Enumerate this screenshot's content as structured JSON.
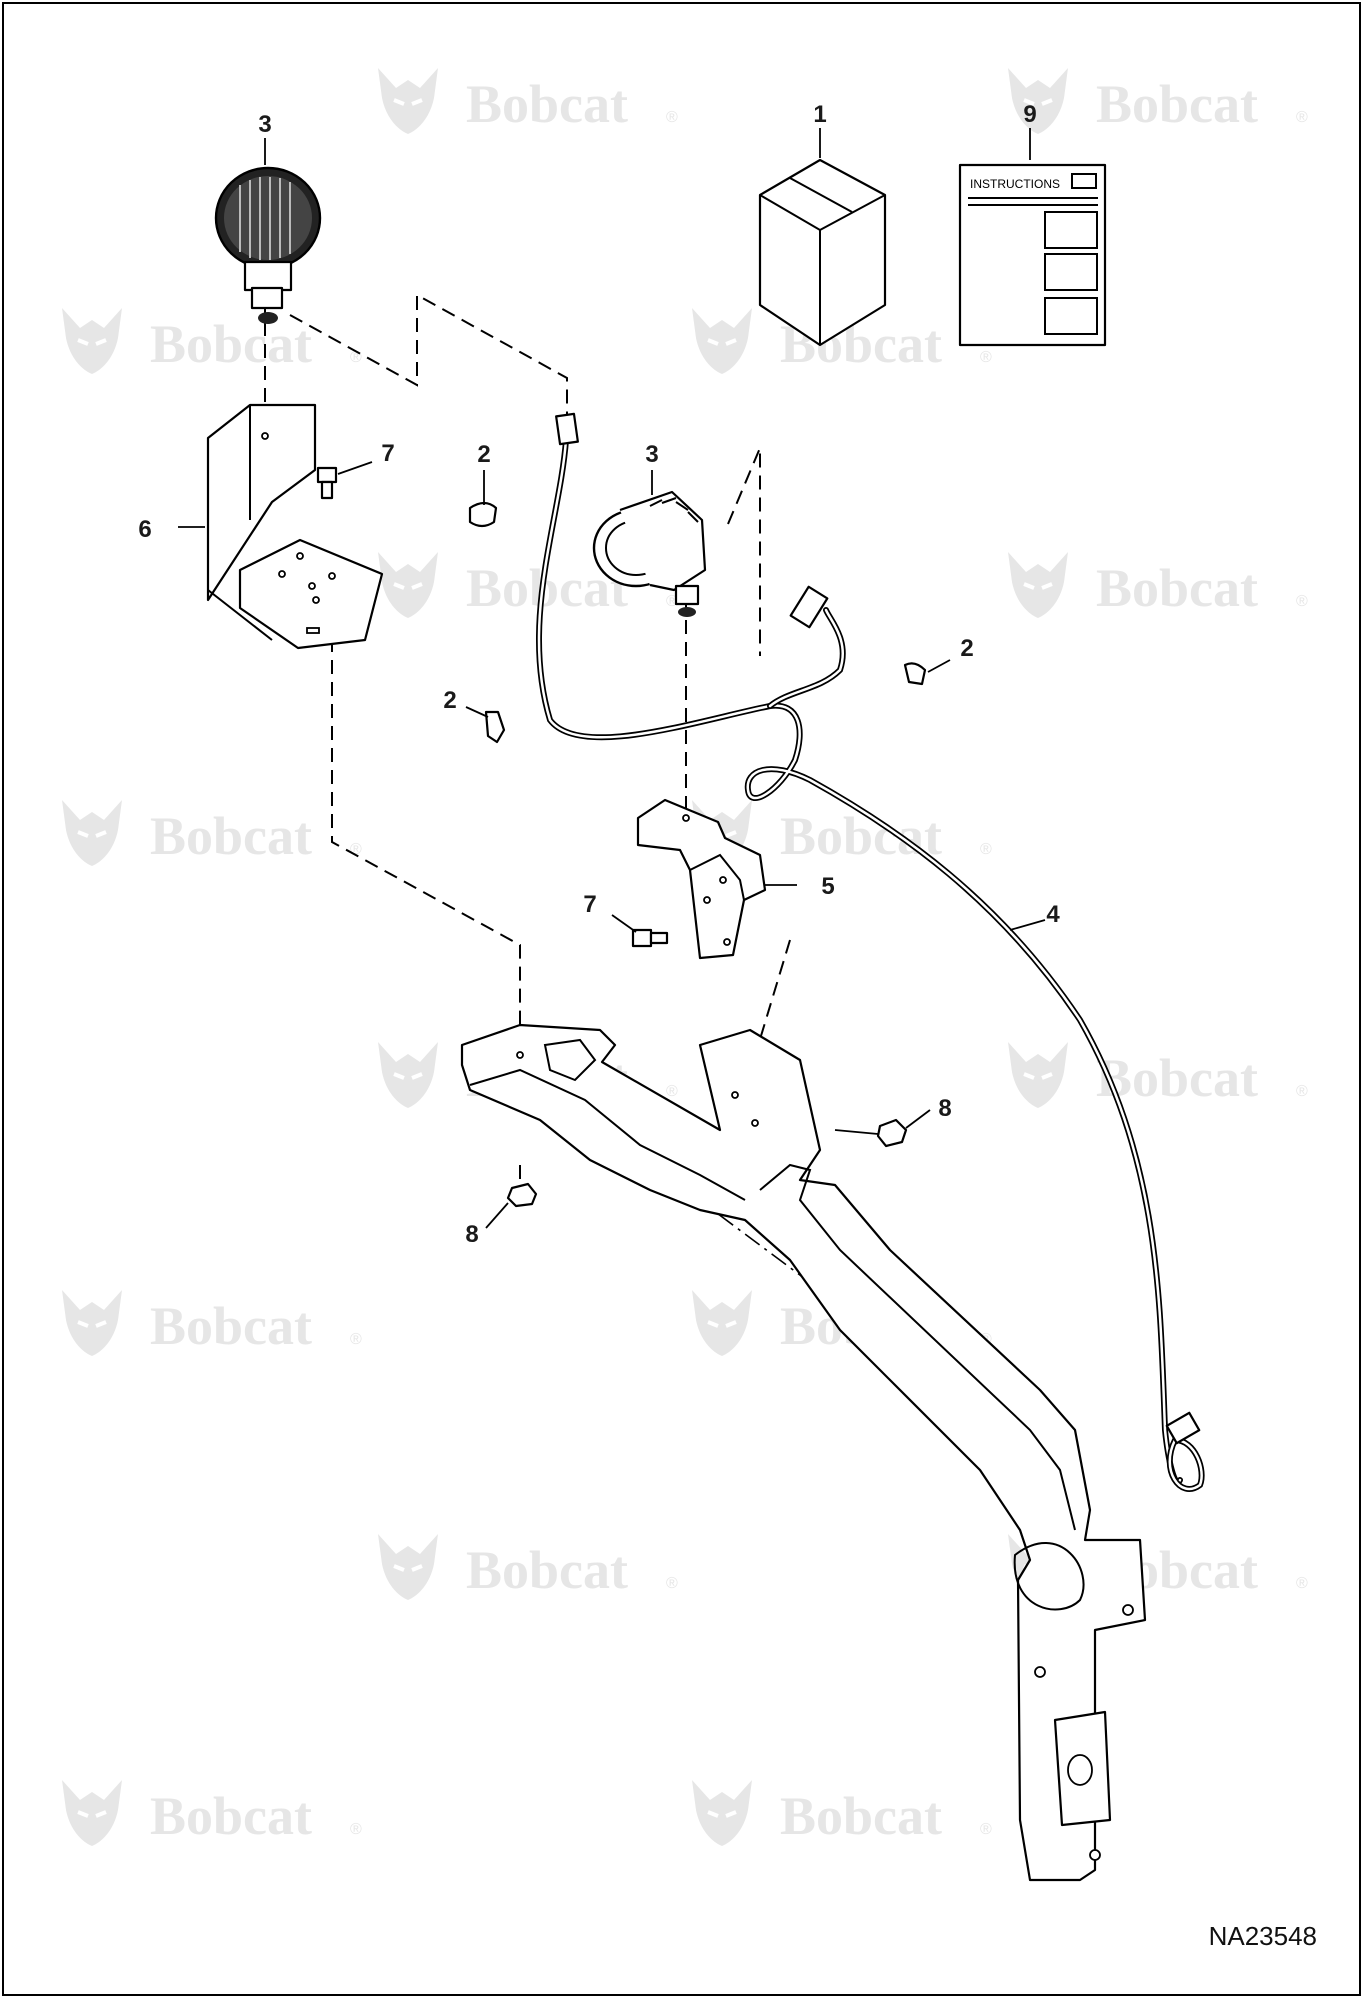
{
  "document_id": "NA23548",
  "watermark": {
    "text": "Bobcat",
    "trademark": "®",
    "color": "#e6e6e6"
  },
  "instructions_sheet": {
    "title": "INSTRUCTIONS"
  },
  "callouts": [
    {
      "id": "c1",
      "label": "1"
    },
    {
      "id": "c2a",
      "label": "2"
    },
    {
      "id": "c2b",
      "label": "2"
    },
    {
      "id": "c2c",
      "label": "2"
    },
    {
      "id": "c3a",
      "label": "3"
    },
    {
      "id": "c3b",
      "label": "3"
    },
    {
      "id": "c4",
      "label": "4"
    },
    {
      "id": "c5",
      "label": "5"
    },
    {
      "id": "c6",
      "label": "6"
    },
    {
      "id": "c7a",
      "label": "7"
    },
    {
      "id": "c7b",
      "label": "7"
    },
    {
      "id": "c8a",
      "label": "8"
    },
    {
      "id": "c8b",
      "label": "8"
    },
    {
      "id": "c9",
      "label": "9"
    }
  ]
}
